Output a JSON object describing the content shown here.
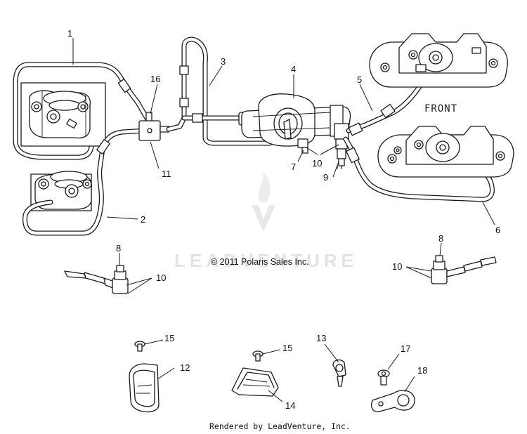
{
  "diagram": {
    "front_label": "FRONT",
    "copyright": "© 2011 Polaris Sales Inc.",
    "footer": "Rendered by LeadVenture, Inc.",
    "watermark": {
      "text": "LEADVENTURE",
      "color": "#e3e3e3"
    },
    "callouts": [
      {
        "id": "c1",
        "text": "1"
      },
      {
        "id": "c2",
        "text": "2"
      },
      {
        "id": "c3",
        "text": "3"
      },
      {
        "id": "c4",
        "text": "4"
      },
      {
        "id": "c5",
        "text": "5"
      },
      {
        "id": "c6",
        "text": "6"
      },
      {
        "id": "c7",
        "text": "7"
      },
      {
        "id": "c8a",
        "text": "8"
      },
      {
        "id": "c8b",
        "text": "8"
      },
      {
        "id": "c9",
        "text": "9"
      },
      {
        "id": "c10a",
        "text": "10"
      },
      {
        "id": "c10b",
        "text": "10"
      },
      {
        "id": "c10c",
        "text": "10"
      },
      {
        "id": "c11",
        "text": "11"
      },
      {
        "id": "c12",
        "text": "12"
      },
      {
        "id": "c13",
        "text": "13"
      },
      {
        "id": "c14",
        "text": "14"
      },
      {
        "id": "c15a",
        "text": "15"
      },
      {
        "id": "c15b",
        "text": "15"
      },
      {
        "id": "c16",
        "text": "16"
      },
      {
        "id": "c17",
        "text": "17"
      },
      {
        "id": "c18",
        "text": "18"
      }
    ]
  }
}
